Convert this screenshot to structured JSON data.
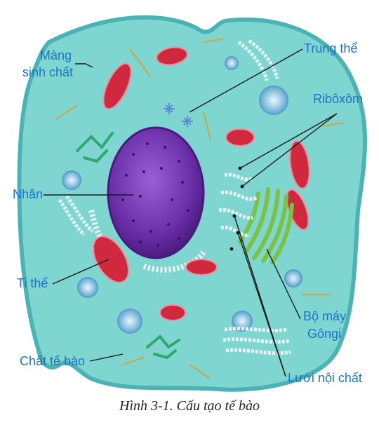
{
  "labels": {
    "membrane_line1": "Màng",
    "membrane_line2": "sinh chất",
    "centrosome": "Trung thể",
    "ribosome": "Ribôxôm",
    "nucleus": "Nhân",
    "mitochondria": "Ti thể",
    "golgi_line1": "Bộ máy",
    "golgi_line2": "Gôngi",
    "cytoplasm": "Chất tế bào",
    "er": "Lưới nội chất"
  },
  "caption": "Hình 3-1. Cấu tạo tế bào",
  "colors": {
    "cytoplasm": "#7fd6d0",
    "membrane": "#4bb3b4",
    "nucleus": "#6b2fa8",
    "mitochondria": "#d0283f",
    "golgi": "#7cc242",
    "er": "#e8f2f4",
    "label": "#1e73c8"
  }
}
